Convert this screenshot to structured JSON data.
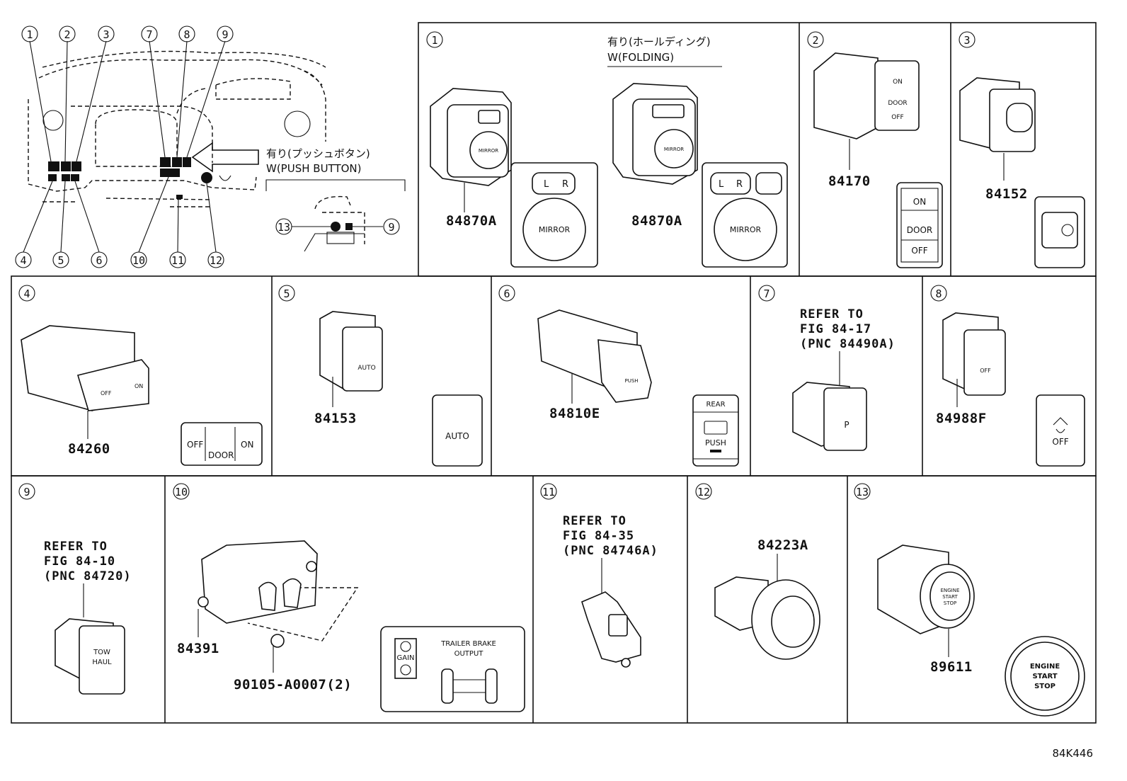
{
  "callouts": [
    "1",
    "2",
    "3",
    "4",
    "5",
    "6",
    "7",
    "8",
    "9",
    "10",
    "11",
    "12",
    "13"
  ],
  "overview": {
    "push_button_jp": "有り(プッシュボタン)",
    "push_button_en": "W(PUSH BUTTON)",
    "inset_callouts": [
      "13",
      "9"
    ]
  },
  "panels": {
    "p1": {
      "num": "1",
      "folding_jp": "有り(ホールディング)",
      "folding_en": "W(FOLDING)",
      "part_a": "84870A",
      "part_b": "84870A",
      "icon_a": {
        "l": "L",
        "r": "R",
        "mirror": "MIRROR"
      },
      "icon_b": {
        "l": "L",
        "r": "R",
        "mirror": "MIRROR"
      }
    },
    "p2": {
      "num": "2",
      "part": "84170",
      "icon": {
        "on": "ON",
        "door": "DOOR",
        "off": "OFF"
      }
    },
    "p3": {
      "num": "3",
      "part": "84152"
    },
    "p4": {
      "num": "4",
      "part": "84260",
      "icon": {
        "off": "OFF",
        "door": "DOOR",
        "on": "ON"
      }
    },
    "p5": {
      "num": "5",
      "part": "84153",
      "icon": {
        "auto": "AUTO"
      }
    },
    "p6": {
      "num": "6",
      "part": "84810E",
      "icon": {
        "rear": "REAR",
        "push": "PUSH"
      }
    },
    "p7": {
      "num": "7",
      "refer": [
        "REFER TO",
        "FIG 84-17",
        "(PNC 84490A)"
      ],
      "icon_p": "P"
    },
    "p8": {
      "num": "8",
      "part": "84988F",
      "icon": {
        "off": "OFF"
      }
    },
    "p9": {
      "num": "9",
      "refer": [
        "REFER TO",
        "FIG 84-10",
        "(PNC 84720)"
      ],
      "tow": [
        "TOW",
        "HAUL"
      ]
    },
    "p10": {
      "num": "10",
      "part": "84391",
      "bolt": "90105-A0007(2)",
      "icon": {
        "gain": "GAIN",
        "title": [
          "TRAILER BRAKE",
          "OUTPUT"
        ]
      }
    },
    "p11": {
      "num": "11",
      "refer": [
        "REFER TO",
        "FIG 84-35",
        "(PNC 84746A)"
      ]
    },
    "p12": {
      "num": "12",
      "part": "84223A"
    },
    "p13": {
      "num": "13",
      "part": "89611",
      "icon": [
        "ENGINE",
        "START",
        "STOP"
      ]
    }
  },
  "figure_code": "84K446"
}
